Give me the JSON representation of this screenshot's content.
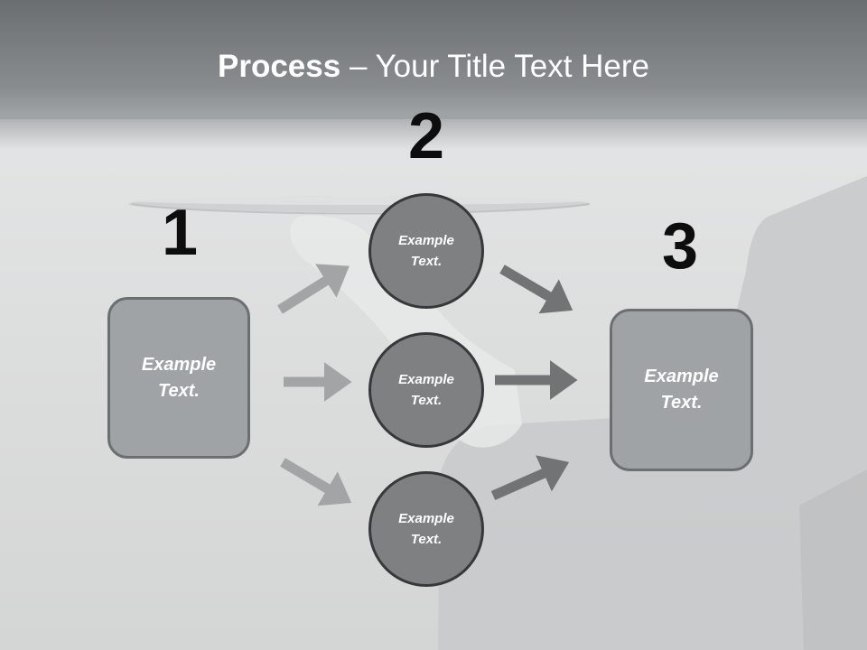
{
  "slide": {
    "title_bold": "Process",
    "title_rest": " – Your Title Text Here"
  },
  "steps": [
    {
      "number": "1",
      "text": "Example\nText."
    },
    {
      "number": "2",
      "text": "Example\nText."
    },
    {
      "number": "3",
      "text": "Example\nText."
    }
  ],
  "middle_nodes": [
    {
      "text": "Example\nText."
    },
    {
      "text": "Example\nText."
    },
    {
      "text": "Example\nText."
    }
  ],
  "colors": {
    "header": "#7a7d80",
    "box_fill": "#a0a3a5",
    "circle_fill": "#7f8082",
    "arrow_light": "#a2a4a6",
    "arrow_dark": "#717375"
  },
  "icons": {
    "background": "waiter-hand-holding-tray-photo",
    "arrow": "right-arrow-icon"
  }
}
